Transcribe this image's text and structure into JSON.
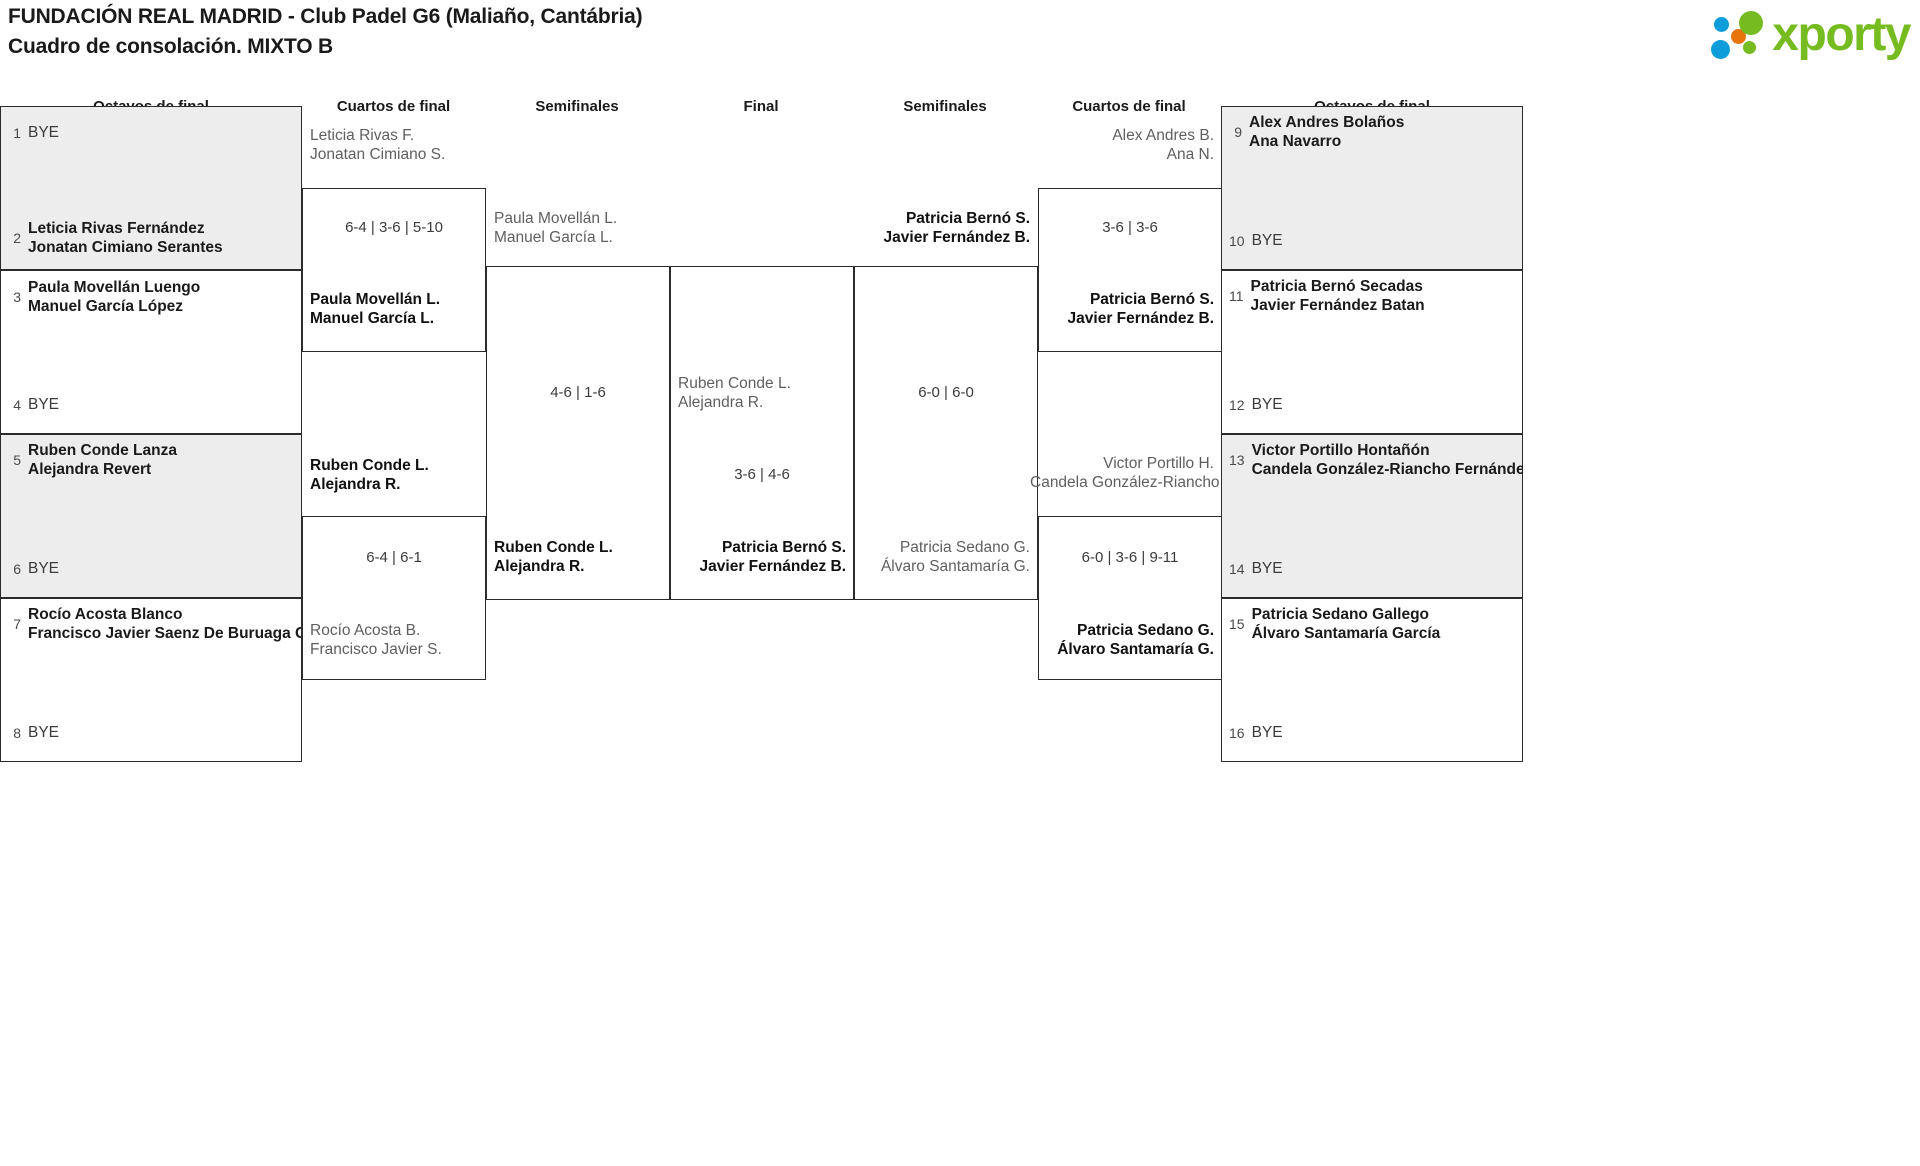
{
  "header": {
    "title_line1": "FUNDACIÓN REAL MADRID - Club Padel G6 (Maliaño, Cantábria)",
    "title_line2": "Cuadro de consolación. MIXTO B",
    "logo_text": "xporty",
    "logo_colors": {
      "green": "#76bc21",
      "blue": "#0d9ddb",
      "orange": "#e8740c"
    }
  },
  "rounds": {
    "left_octavos": "Octavos de final",
    "left_cuartos": "Cuartos de final",
    "left_semis": "Semifinales",
    "final": "Final",
    "right_semis": "Semifinales",
    "right_cuartos": "Cuartos de final",
    "right_octavos": "Octavos de final"
  },
  "left_octavos": [
    {
      "seed": "1",
      "line1": "BYE",
      "line2": "",
      "bye": true
    },
    {
      "seed": "2",
      "line1": "Leticia Rivas Fernández",
      "line2": "Jonatan Cimiano Serantes",
      "bye": false
    },
    {
      "seed": "3",
      "line1": "Paula Movellán Luengo",
      "line2": "Manuel García López",
      "bye": false
    },
    {
      "seed": "4",
      "line1": "BYE",
      "line2": "",
      "bye": true
    },
    {
      "seed": "5",
      "line1": "Ruben Conde Lanza",
      "line2": "Alejandra Revert",
      "bye": false
    },
    {
      "seed": "6",
      "line1": "BYE",
      "line2": "",
      "bye": true
    },
    {
      "seed": "7",
      "line1": "Rocío Acosta Blanco",
      "line2": "Francisco Javier Saenz De Buruaga Ga",
      "bye": false
    },
    {
      "seed": "8",
      "line1": "BYE",
      "line2": "",
      "bye": true
    }
  ],
  "right_octavos": [
    {
      "seed": "9",
      "line1": "Alex Andres Bolaños",
      "line2": "Ana Navarro",
      "bye": false
    },
    {
      "seed": "10",
      "line1": "BYE",
      "line2": "",
      "bye": true
    },
    {
      "seed": "11",
      "line1": "Patricia Bernó Secadas",
      "line2": "Javier Fernández Batan",
      "bye": false
    },
    {
      "seed": "12",
      "line1": "BYE",
      "line2": "",
      "bye": true
    },
    {
      "seed": "13",
      "line1": "Victor Portillo Hontañón",
      "line2": "Candela González-Riancho Fernánde",
      "bye": false
    },
    {
      "seed": "14",
      "line1": "BYE",
      "line2": "",
      "bye": true
    },
    {
      "seed": "15",
      "line1": "Patricia Sedano Gallego",
      "line2": "Álvaro Santamaría García",
      "bye": false
    },
    {
      "seed": "16",
      "line1": "BYE",
      "line2": "",
      "bye": true
    }
  ],
  "left_cuartos": {
    "match1_loser": {
      "line1": "Leticia Rivas F.",
      "line2": "Jonatan Cimiano S."
    },
    "match1_score": "6-4 | 3-6 | 5-10",
    "match1_winner": {
      "line1": "Paula Movellán L.",
      "line2": "Manuel García L."
    },
    "match2_winner": {
      "line1": "Ruben Conde L.",
      "line2": "Alejandra R."
    },
    "match2_score": "6-4 | 6-1",
    "match2_loser": {
      "line1": "Rocío Acosta B.",
      "line2": "Francisco Javier S."
    }
  },
  "left_semis": {
    "loser": {
      "line1": "Paula Movellán L.",
      "line2": "Manuel García L."
    },
    "score": "4-6 | 1-6",
    "winner": {
      "line1": "Ruben Conde L.",
      "line2": "Alejandra R."
    }
  },
  "final": {
    "loser": {
      "line1": "Ruben Conde L.",
      "line2": "Alejandra R."
    },
    "score": "3-6 | 4-6",
    "winner": {
      "line1": "Patricia Bernó S.",
      "line2": "Javier Fernández B."
    }
  },
  "right_semis": {
    "winner": {
      "line1": "Patricia Bernó S.",
      "line2": "Javier Fernández B."
    },
    "score": "6-0 | 6-0",
    "loser": {
      "line1": "Patricia Sedano G.",
      "line2": "Álvaro Santamaría G."
    }
  },
  "right_cuartos": {
    "match1_loser": {
      "line1": "Alex Andres B.",
      "line2": "Ana N."
    },
    "match1_score": "3-6 | 3-6",
    "match1_winner": {
      "line1": "Patricia Bernó S.",
      "line2": "Javier Fernández B."
    },
    "match2_loser": {
      "line1": "Victor Portillo H.",
      "line2": "Candela González-Riancho"
    },
    "match2_score": "6-0 | 3-6 | 9-11",
    "match2_winner": {
      "line1": "Patricia Sedano G.",
      "line2": "Álvaro Santamaría G."
    }
  }
}
